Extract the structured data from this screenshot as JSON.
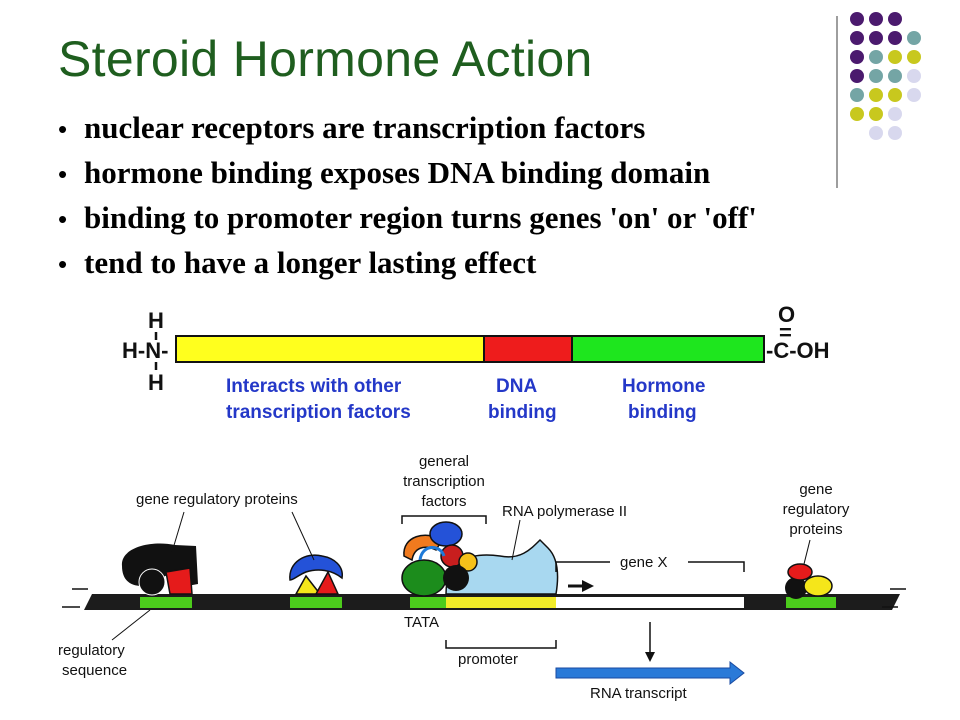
{
  "slide": {
    "title": "Steroid Hormone Action",
    "bullets": [
      "nuclear receptors are transcription factors",
      "hormone binding exposes DNA binding domain",
      "binding to promoter region turns genes 'on' or 'off'",
      "tend to have a longer lasting effect"
    ],
    "bullet_glyph": "•"
  },
  "receptor": {
    "n_terminus": {
      "top": "H",
      "mid": "H-N-",
      "bottom": "H"
    },
    "c_terminus": {
      "top": "O",
      "dbl": "=",
      "mid": "-C-OH"
    },
    "domains": [
      {
        "line1": "Interacts with other",
        "line2": "transcription factors",
        "color": "#ffff1e"
      },
      {
        "line1": "DNA",
        "line2": "binding",
        "color": "#ee1c1c"
      },
      {
        "line1": "Hormone",
        "line2": "binding",
        "color": "#1ee61e"
      }
    ]
  },
  "diagram": {
    "gene_regulatory_proteins_left": "gene regulatory proteins",
    "general_tf": [
      "general",
      "transcription",
      "factors"
    ],
    "rna_polymerase": "RNA polymerase II",
    "gene_x": "gene X",
    "gene_regulatory_proteins_right": [
      "gene",
      "regulatory",
      "proteins"
    ],
    "regulatory_sequence": [
      "regulatory",
      "sequence"
    ],
    "tata": "TATA",
    "promoter": "promoter",
    "rna_transcript": "RNA transcript"
  },
  "colors": {
    "title": "#1f5e1f",
    "label_blue": "#2438c8",
    "dot_purple": "#4b1a6e",
    "dot_teal": "#74a5a5",
    "dot_olive": "#c8c81e",
    "dot_lavender": "#d8d8ee"
  }
}
